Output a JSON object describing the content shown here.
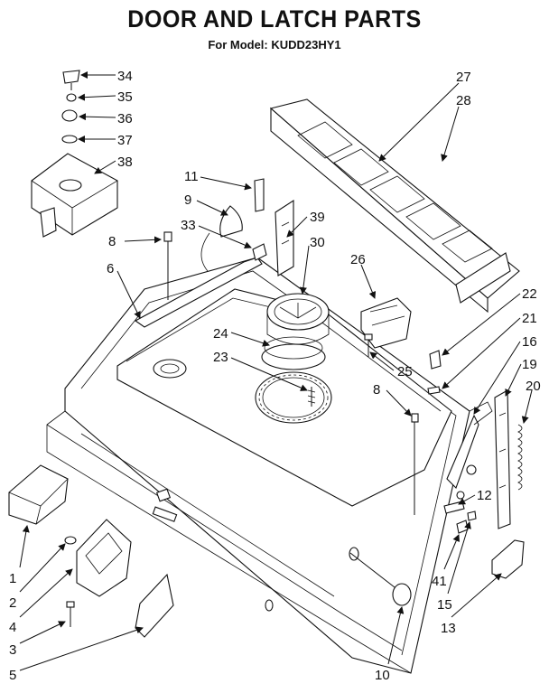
{
  "title": "DOOR AND LATCH PARTS",
  "subtitle": "For Model: KUDD23HY1",
  "callouts": [
    "34",
    "35",
    "36",
    "37",
    "38",
    "27",
    "28",
    "11",
    "9",
    "39",
    "33",
    "30",
    "8",
    "6",
    "26",
    "22",
    "21",
    "16",
    "24",
    "23",
    "25",
    "8",
    "19",
    "20",
    "12",
    "1",
    "2",
    "4",
    "3",
    "5",
    "41",
    "15",
    "13",
    "10"
  ]
}
